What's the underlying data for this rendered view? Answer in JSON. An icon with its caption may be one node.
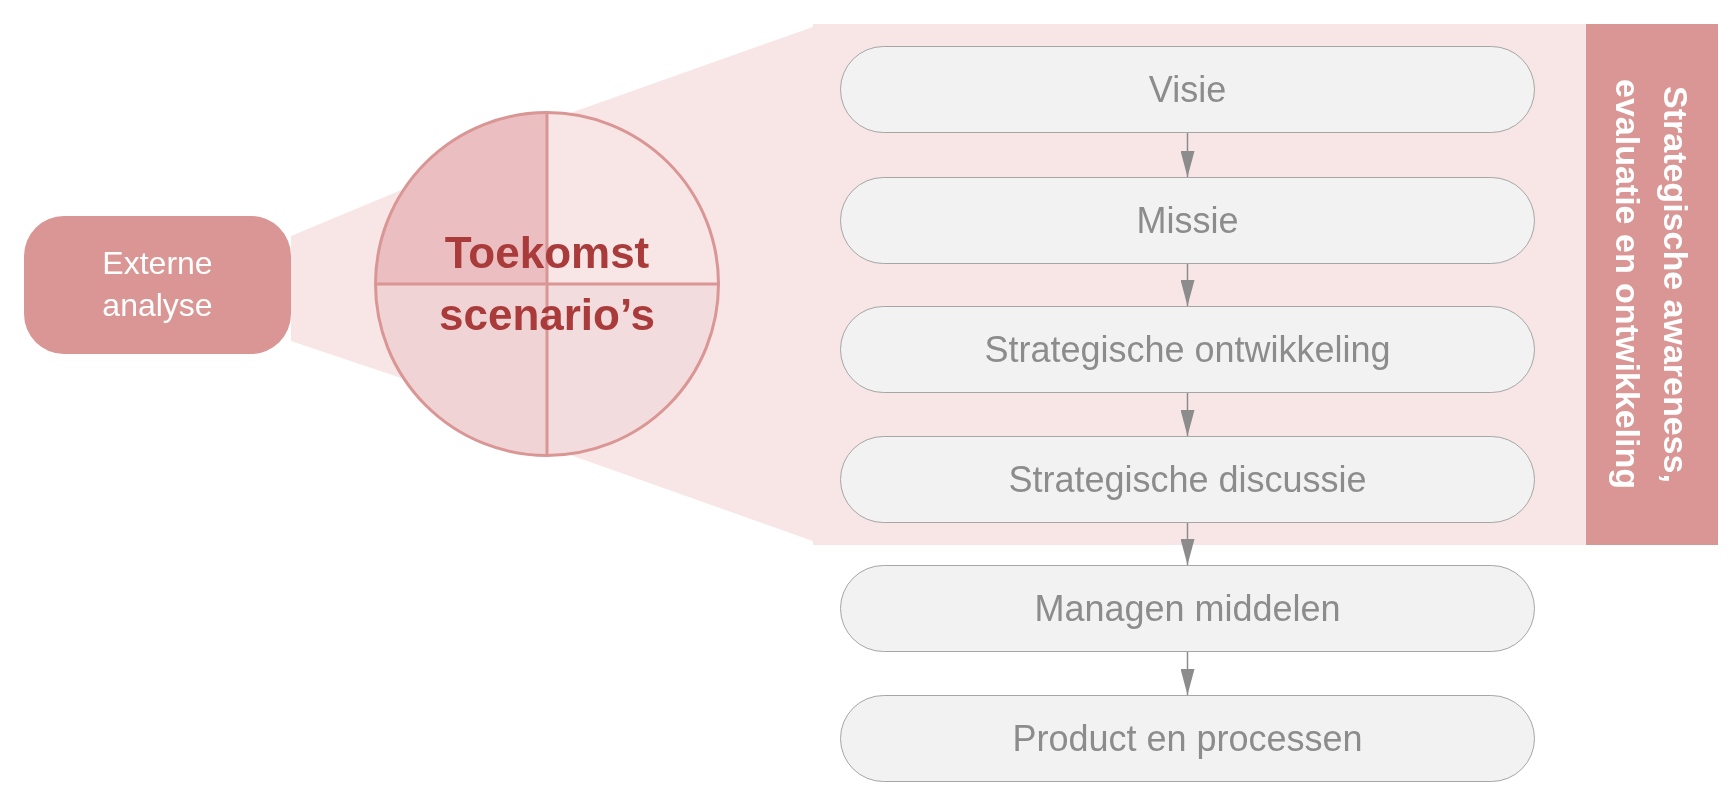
{
  "diagram": {
    "nodes": [
      {
        "text": [
          "Externe analyse"
        ]
      },
      {
        "text": [
          "Toekomst scenario’s"
        ]
      },
      {
        "text": [
          "Strategische awareness, evaluatie en ontwikkeling"
        ]
      },
      {
        "text": [
          "Visie"
        ],
        "in": 2
      },
      {
        "text": [
          "Missie"
        ],
        "in": 2
      },
      {
        "text": [
          "Strategische ontwikkeling"
        ],
        "in": 2
      },
      {
        "text": [
          "Strategische discussie"
        ],
        "in": 2
      },
      {
        "text": [
          "Managen middelen"
        ]
      },
      {
        "text": [
          "Product en processen"
        ]
      }
    ],
    "edges": [
      {
        "from": 0,
        "to": 1,
        "arrow": "none"
      },
      {
        "from": 1,
        "to": 2,
        "arrow": "none"
      },
      {
        "from": 3,
        "to": 4,
        "arrow": "to"
      },
      {
        "from": 4,
        "to": 5,
        "arrow": "to"
      },
      {
        "from": 5,
        "to": 6,
        "arrow": "to"
      },
      {
        "from": 6,
        "to": 7,
        "arrow": "to"
      },
      {
        "from": 7,
        "to": 8,
        "arrow": "to"
      }
    ]
  }
}
